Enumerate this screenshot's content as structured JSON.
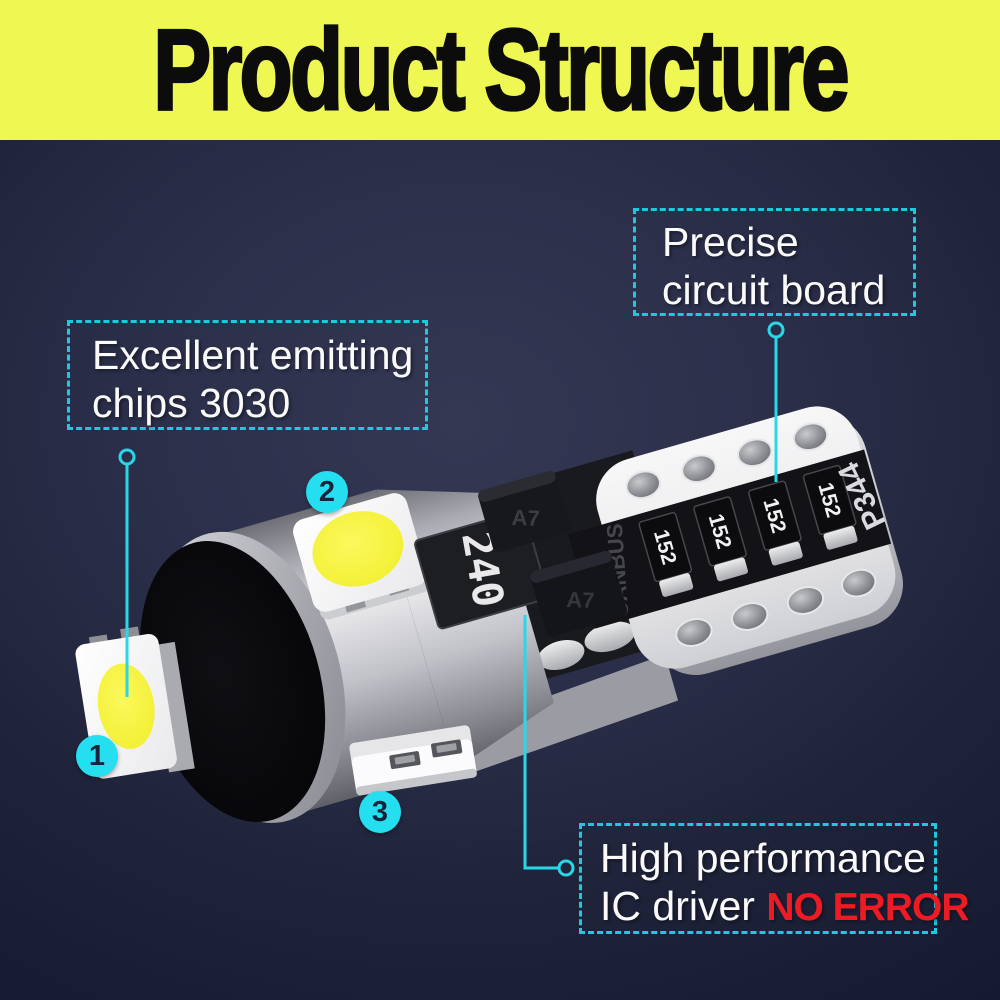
{
  "header": {
    "title": "Product Structure"
  },
  "callouts": {
    "emitting_chips": {
      "line1": "Excellent emitting",
      "line2": "chips 3030"
    },
    "circuit_board": {
      "line1": "Precise",
      "line2": "circuit board"
    },
    "ic_driver": {
      "line1": "High performance",
      "line2": "IC driver",
      "highlight": "NO ERROR"
    }
  },
  "badges": {
    "chip1": "1",
    "chip2": "2",
    "spacer": "3"
  },
  "product": {
    "markings": {
      "ic": "240",
      "resistor": "152",
      "board_code": "P344",
      "bus_label": "CANBUS",
      "transistor": "A7"
    }
  },
  "colors": {
    "header_bg": "#eff853",
    "accent_cyan": "#29d8e8",
    "dashed_border": "#1fc9dd",
    "error_red": "#ee1b24",
    "led_yellow": "#f8f440"
  }
}
